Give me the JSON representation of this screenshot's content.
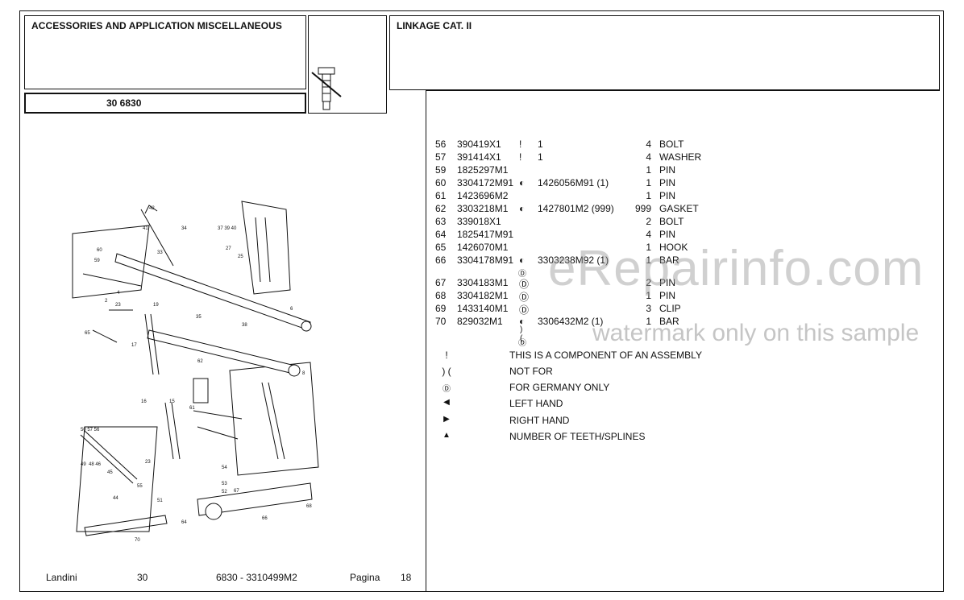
{
  "header": {
    "left_title": "ACCESSORIES AND APPLICATION MISCELLANEOUS",
    "code": "30 6830",
    "right_title": "LINKAGE CAT. II"
  },
  "parts": [
    {
      "no": "56",
      "pn": "390419X1",
      "sym": "!",
      "alt": "1",
      "qty": "4",
      "desc": "BOLT"
    },
    {
      "no": "57",
      "pn": "391414X1",
      "sym": "!",
      "alt": "1",
      "qty": "4",
      "desc": "WASHER"
    },
    {
      "no": "59",
      "pn": "1825297M1",
      "sym": "",
      "alt": "",
      "qty": "1",
      "desc": "PIN"
    },
    {
      "no": "60",
      "pn": "3304172M91",
      "sym": "◐",
      "alt": "1426056M91  (1)",
      "qty": "1",
      "desc": "PIN"
    },
    {
      "no": "61",
      "pn": "1423696M2",
      "sym": "",
      "alt": "",
      "qty": "1",
      "desc": "PIN"
    },
    {
      "no": "62",
      "pn": "3303218M1",
      "sym": "◐",
      "alt": "1427801M2  (999)",
      "qty": "999",
      "desc": "GASKET"
    },
    {
      "no": "63",
      "pn": "339018X1",
      "sym": "",
      "alt": "",
      "qty": "2",
      "desc": "BOLT"
    },
    {
      "no": "64",
      "pn": "1825417M91",
      "sym": "",
      "alt": "",
      "qty": "4",
      "desc": "PIN"
    },
    {
      "no": "65",
      "pn": "1426070M1",
      "sym": "",
      "alt": "",
      "qty": "1",
      "desc": "HOOK"
    },
    {
      "no": "66",
      "pn": "3304178M91",
      "sym": "◐",
      "alt": "3303238M92  (1)",
      "qty": "1",
      "desc": "BAR"
    },
    {
      "no": "67",
      "pn": "3304183M1",
      "sym": "Ⓓ",
      "alt": "",
      "qty": "2",
      "desc": "PIN"
    },
    {
      "no": "68",
      "pn": "3304182M1",
      "sym": "Ⓓ",
      "alt": "",
      "qty": "1",
      "desc": "PIN"
    },
    {
      "no": "69",
      "pn": "1433140M1",
      "sym": "Ⓓ",
      "alt": "",
      "qty": "3",
      "desc": "CLIP"
    },
    {
      "no": "70",
      "pn": "829032M1",
      "sym": "◐",
      "alt": "3306432M2  (1)",
      "qty": "1",
      "desc": "BAR"
    }
  ],
  "legend": [
    {
      "sym": "!",
      "text": "THIS IS A COMPONENT OF AN ASSEMBLY"
    },
    {
      "sym": ") (",
      "text": "NOT FOR"
    },
    {
      "sym": "Ⓓ",
      "text": "FOR GERMANY ONLY"
    },
    {
      "sym": "◀",
      "text": "LEFT HAND"
    },
    {
      "sym": "▶",
      "text": "RIGHT HAND"
    },
    {
      "sym": "▲",
      "text": "NUMBER OF TEETH/SPLINES"
    }
  ],
  "footer": {
    "brand": "Landini",
    "section": "30",
    "ref": "6830 - 3310499M2",
    "page_label": "Pagina",
    "page_no": "18"
  },
  "watermark": {
    "site": "eRepairinfo.com",
    "note": "watermark only on this sample"
  }
}
